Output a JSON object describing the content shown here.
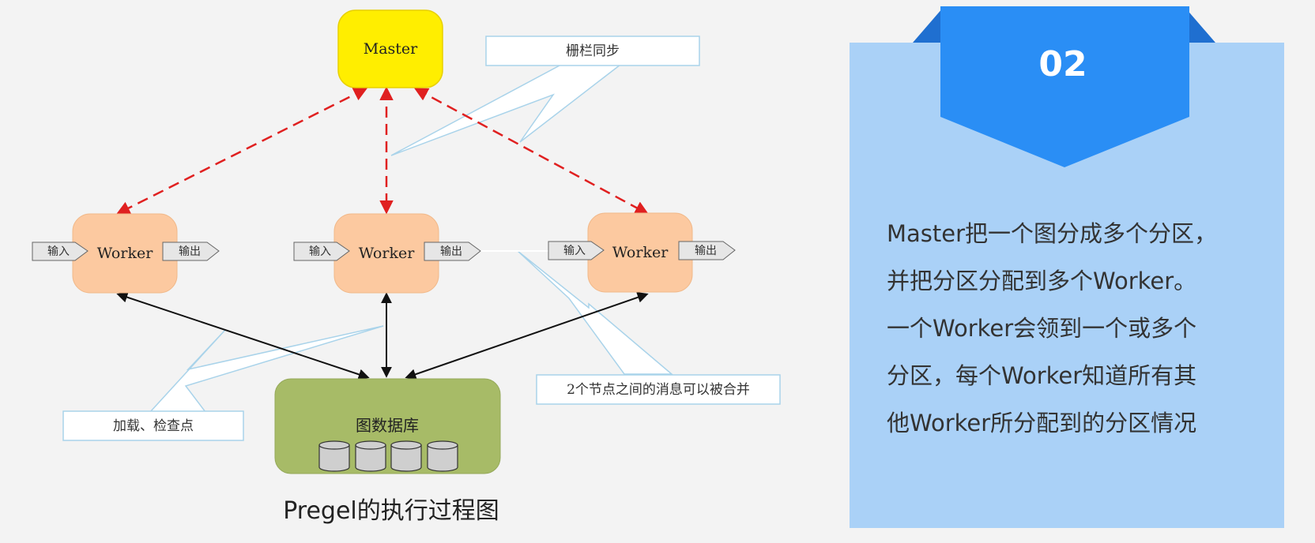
{
  "diagram": {
    "master_label": "Master",
    "worker_label": "Worker",
    "input_label": "输入",
    "output_label": "输出",
    "database_label": "图数据库",
    "callout_barrier": "栅栏同步",
    "callout_combine": "2个节点之间的消息可以被合并",
    "callout_checkpoint": "加载、检查点",
    "caption": "Pregel的执行过程图"
  },
  "panel": {
    "number": "02",
    "lines": [
      "Master把一个图分成多个分区，",
      "并把分区分配到多个Worker。",
      "一个Worker会领到一个或多个",
      "分区，每个Worker知道所有其",
      "他Worker所分配到的分区情况"
    ]
  },
  "colors": {
    "master_fill": "#ffee00",
    "worker_fill": "#fcc9a0",
    "database_fill": "#a7bb67",
    "sync_arrow": "#e02020",
    "panel_fill": "#aad1f7",
    "ribbon_fill": "#2a8ef5"
  }
}
